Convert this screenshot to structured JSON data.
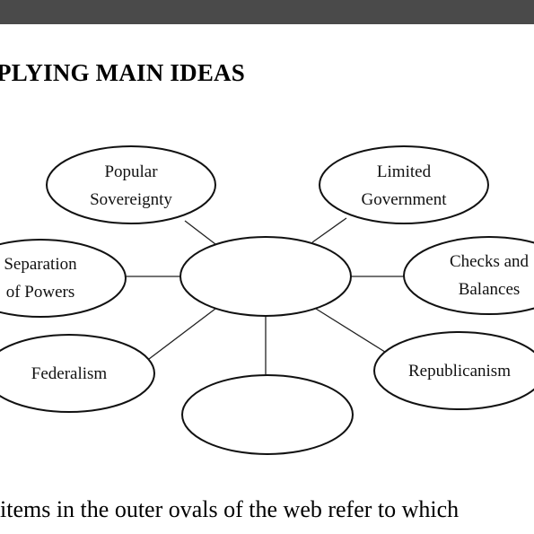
{
  "heading": "PLYING MAIN IDEAS",
  "web": {
    "center_top": "",
    "center_bottom": "",
    "outer": [
      {
        "line1": "Popular",
        "line2": "Sovereignty"
      },
      {
        "line1": "Limited",
        "line2": "Government"
      },
      {
        "line1": "Separation",
        "line2": "of Powers"
      },
      {
        "line1": "Checks and",
        "line2": "Balances"
      },
      {
        "line1": "Federalism",
        "line2": ""
      },
      {
        "line1": "Republicanism",
        "line2": ""
      }
    ]
  },
  "question_text": "items in the outer ovals of the web refer to which"
}
